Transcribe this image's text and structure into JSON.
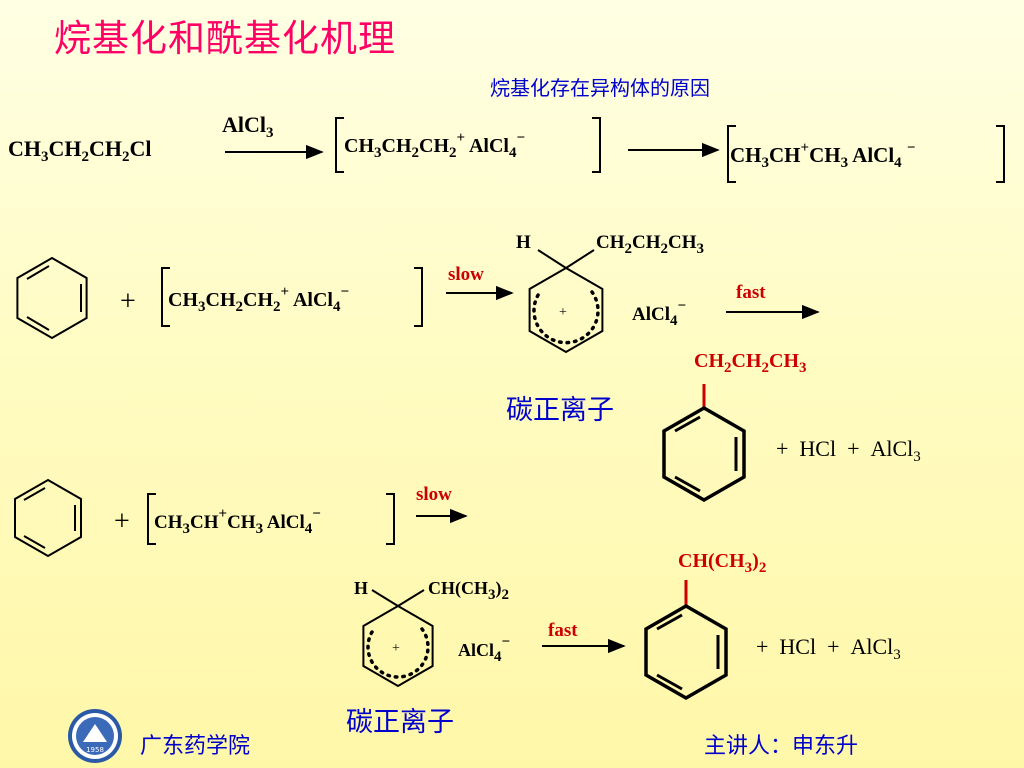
{
  "slide": {
    "title": "烷基化和酰基化机理",
    "subtitle": "烷基化存在异构体的原因",
    "footer_school": "广东药学院",
    "footer_speaker": "主讲人：申东升",
    "logo_text": "1958 GDPU"
  },
  "reaction1": {
    "reactant": "CH3CH2CH2Cl",
    "catalyst": "AlCl3",
    "intermediate": "CH3CH2CH2+ AlCl4−",
    "product": "CH3CH+CH3 AlCl4−"
  },
  "reaction2": {
    "plus": "+",
    "electrophile": "CH3CH2CH2+ AlCl4−",
    "step1": "slow",
    "sigma_h": "H",
    "sigma_substituent": "CH2CH2CH3",
    "counter_ion": "AlCl4−",
    "step2": "fast",
    "carbocation_label": "碳正离子",
    "product_substituent": "CH2CH2CH3",
    "byproducts": "+ HCl + AlCl3"
  },
  "reaction3": {
    "plus": "+",
    "electrophile": "CH3CH+CH3 AlCl4−",
    "step1": "slow",
    "sigma_h": "H",
    "sigma_substituent": "CH(CH3)2",
    "counter_ion": "AlCl4−",
    "step2": "fast",
    "carbocation_label": "碳正离子",
    "product_substituent": "CH(CH3)2",
    "byproducts": "+ HCl + AlCl3"
  },
  "colors": {
    "title": "#ff0066",
    "subtitle": "#0000cc",
    "reagent_red": "#cc0000",
    "label_blue": "#0000cc",
    "background_top": "#ffffe4",
    "background_bottom": "#fff7a8"
  },
  "icons": [
    "school-logo-icon"
  ]
}
